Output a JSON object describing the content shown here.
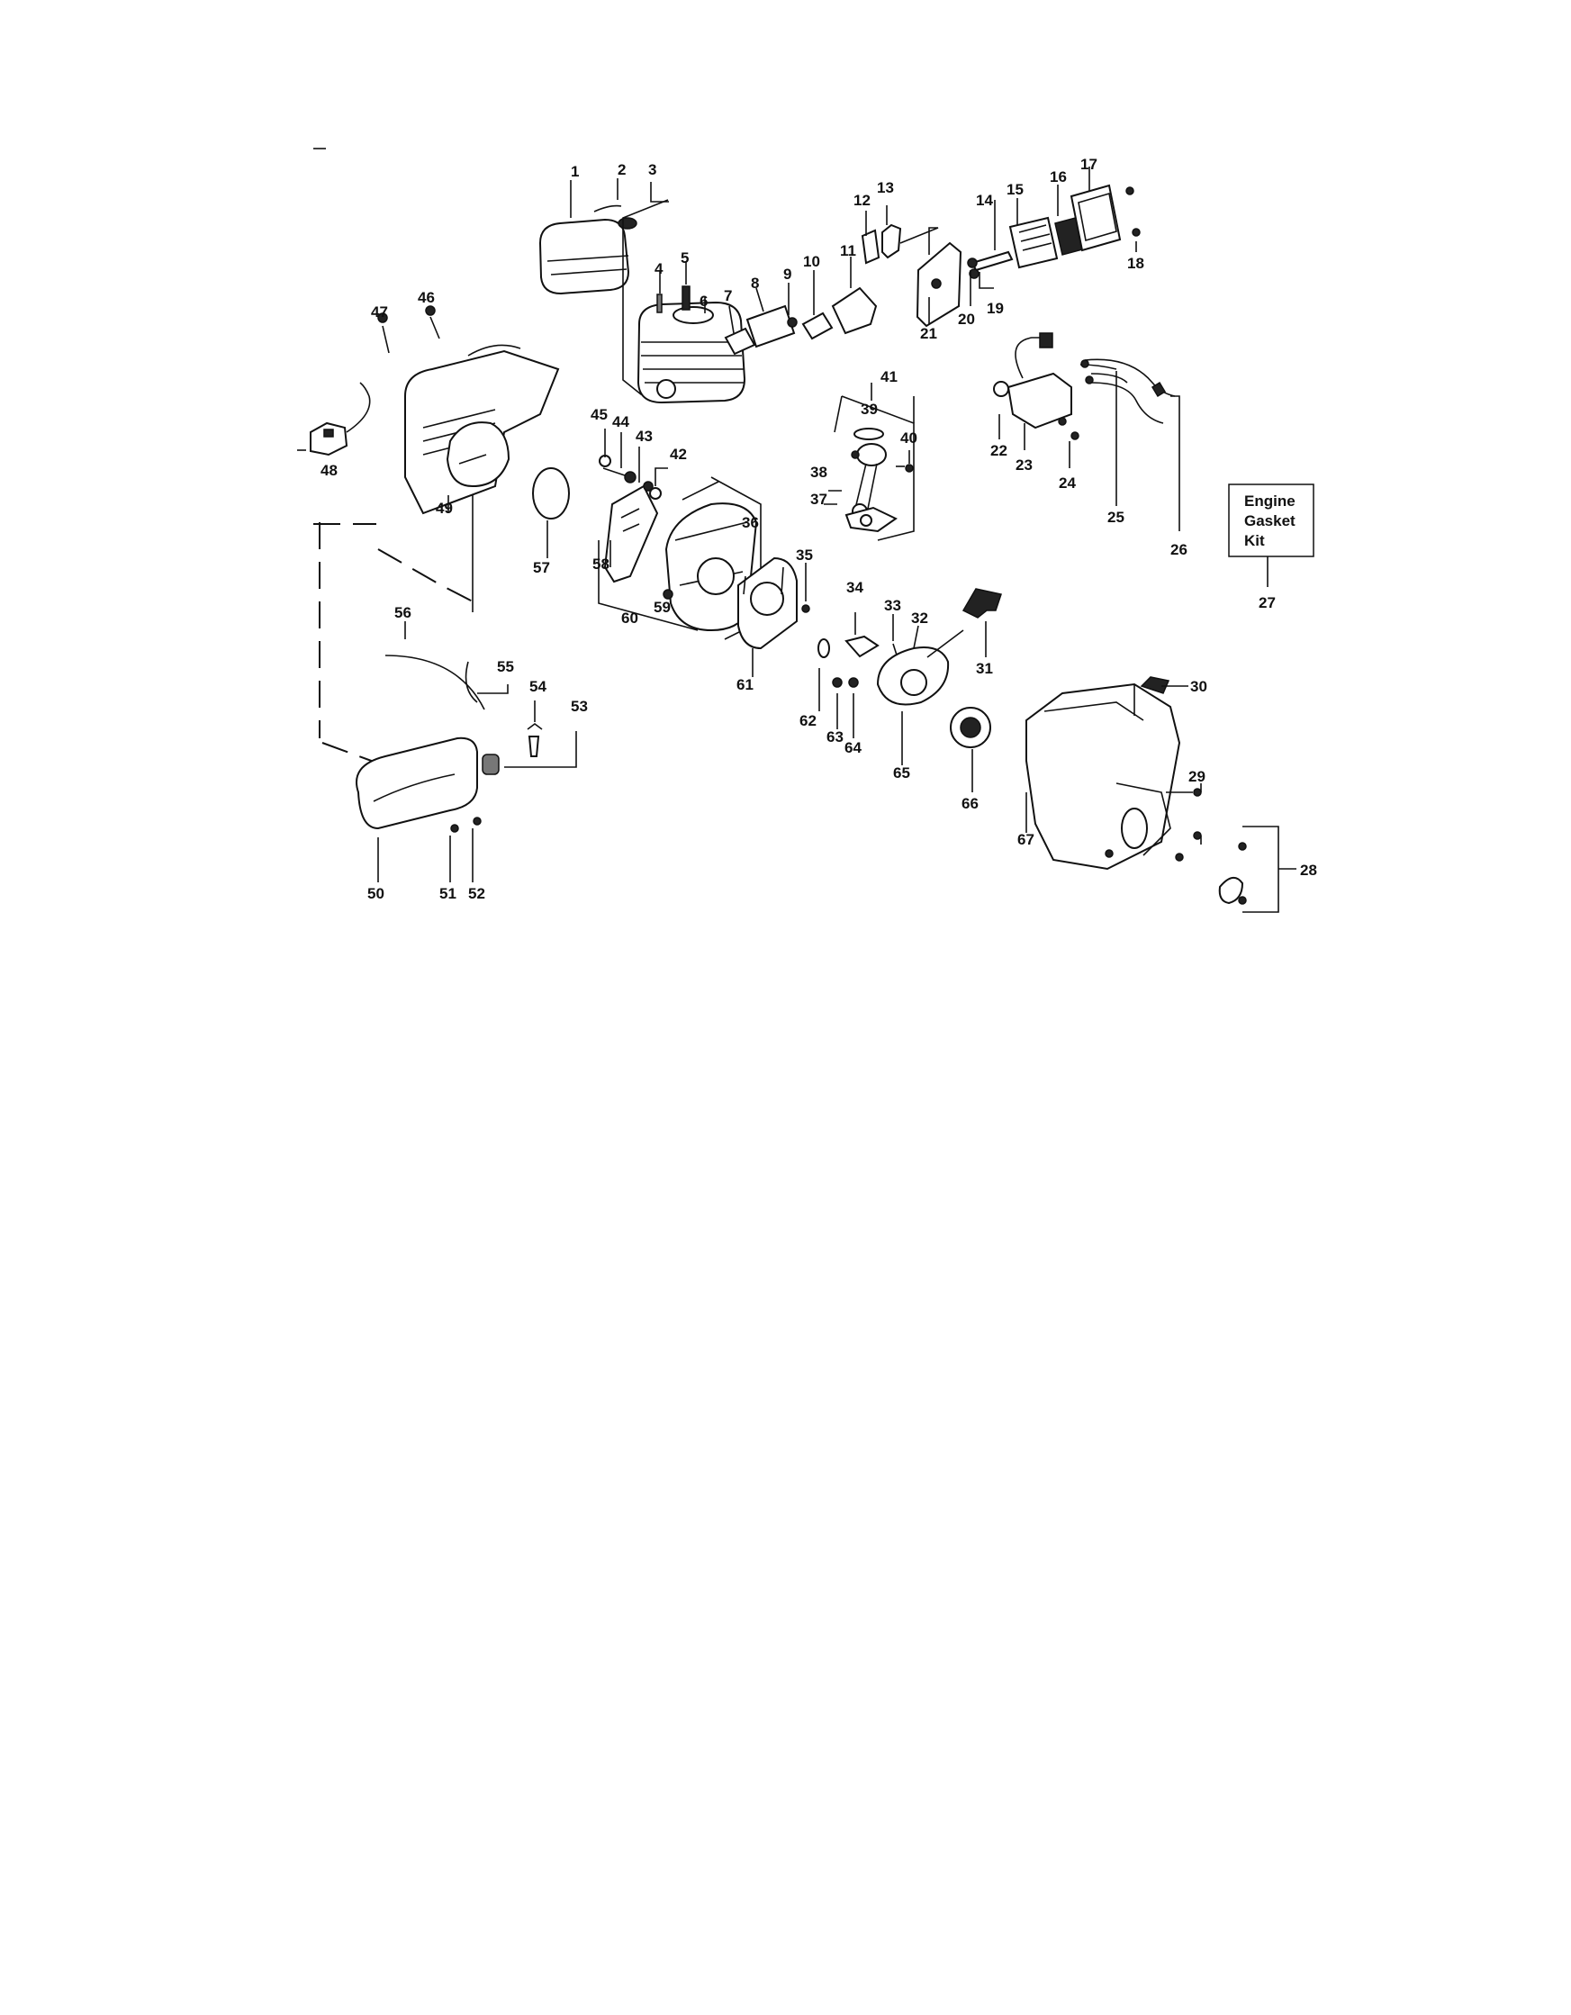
{
  "diagram": {
    "part_numbers": [
      "1",
      "2",
      "3",
      "4",
      "5",
      "6",
      "7",
      "8",
      "9",
      "10",
      "11",
      "12",
      "13",
      "14",
      "15",
      "16",
      "17",
      "18",
      "19",
      "20",
      "21",
      "22",
      "23",
      "24",
      "25",
      "26",
      "27",
      "28",
      "29",
      "30",
      "31",
      "32",
      "33",
      "34",
      "35",
      "36",
      "37",
      "38",
      "39",
      "40",
      "41",
      "42",
      "43",
      "44",
      "45",
      "46",
      "47",
      "48",
      "49",
      "50",
      "51",
      "52",
      "53",
      "54",
      "55",
      "56",
      "57",
      "58",
      "59",
      "60",
      "61",
      "62",
      "63",
      "64",
      "65",
      "66",
      "67"
    ],
    "kit_box": {
      "lines": [
        "Engine",
        "Gasket",
        "Kit"
      ],
      "number": "27"
    }
  }
}
